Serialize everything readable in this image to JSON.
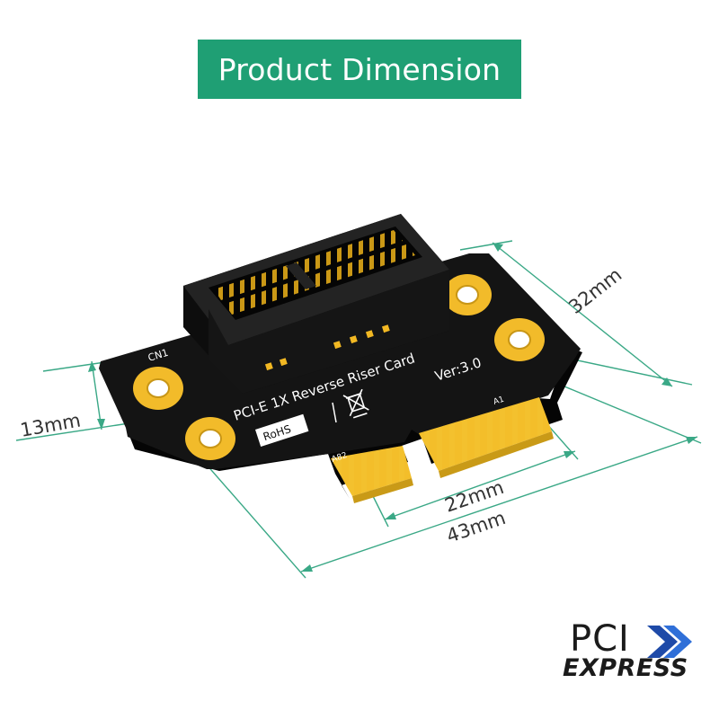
{
  "title": "Product Dimension",
  "dimensions": {
    "height_card": "32mm",
    "height_side": "13mm",
    "gold_finger_width": "22mm",
    "total_width": "43mm"
  },
  "board": {
    "silkscreen_label": "PCI-E 1X Reverse Riser Card",
    "version": "Ver:3.0",
    "connector_ref": "CN1",
    "pin_a1": "A1",
    "pin_a82": "A82",
    "rohs": "RoHS"
  },
  "logo": {
    "line1": "PCI",
    "line2": "EXPRESS"
  },
  "colors": {
    "accent": "#1f9f74",
    "dimension_line": "#3aa886",
    "pcb": "#141414",
    "gold": "#f2c230"
  }
}
